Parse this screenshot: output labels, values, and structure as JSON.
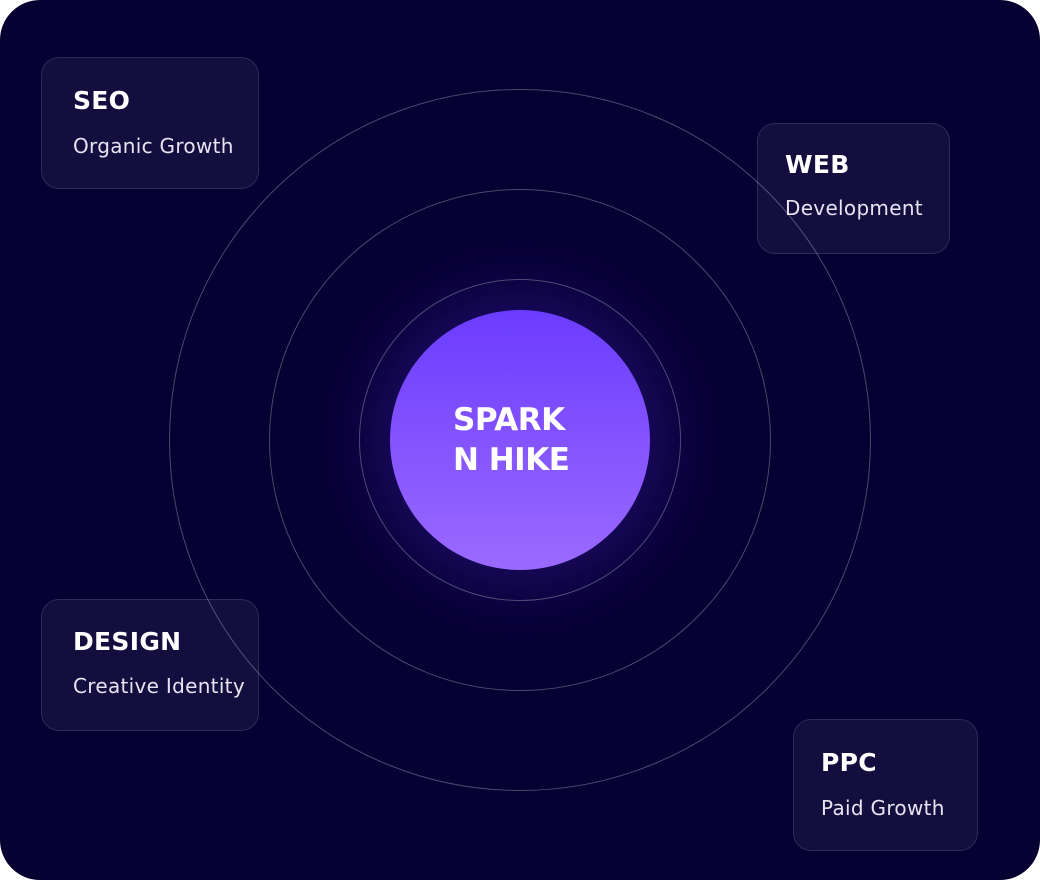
{
  "center": {
    "line1": "SPARK",
    "line2": "N HIKE"
  },
  "services": {
    "seo": {
      "title": "SEO",
      "subtitle": "Organic Growth"
    },
    "web": {
      "title": "WEB",
      "subtitle": "Development"
    },
    "design": {
      "title": "DESIGN",
      "subtitle": "Creative Identity"
    },
    "ppc": {
      "title": "PPC",
      "subtitle": "Paid Growth"
    }
  },
  "colors": {
    "background": "#060033",
    "core_top": "#6b3cff",
    "core_bottom": "#9b6aff",
    "text": "#ffffff"
  }
}
